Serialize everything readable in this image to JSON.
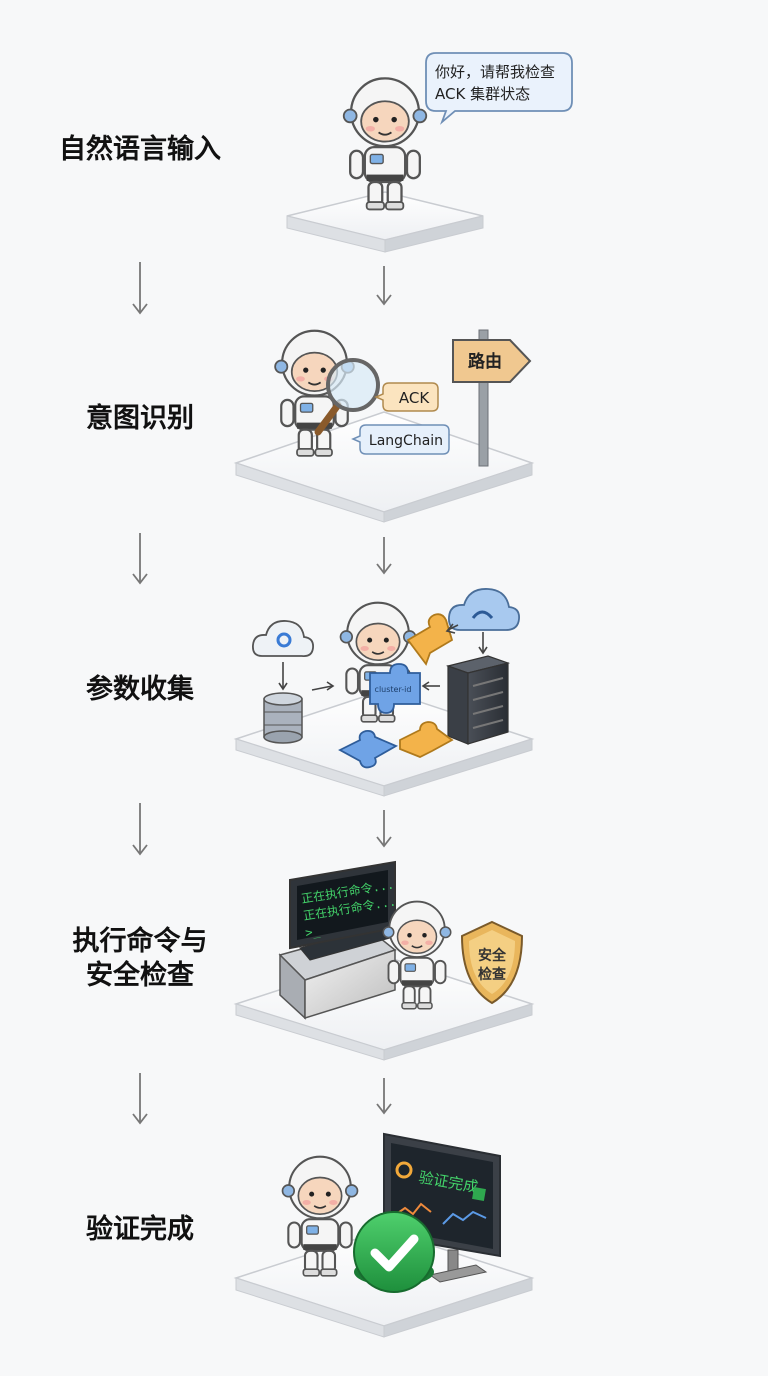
{
  "steps": [
    {
      "label": "自然语言输入",
      "bubble_line1": "你好，请帮我检查",
      "bubble_line2": "ACK 集群状态"
    },
    {
      "label": "意图识别",
      "sign": "路由",
      "tag_ack": "ACK",
      "tag_langchain": "LangChain"
    },
    {
      "label": "参数收集",
      "puzzle_text": "cluster-id"
    },
    {
      "label_line1": "执行命令与",
      "label_line2": "安全检查",
      "terminal_line1": "正在执行命令...",
      "terminal_line2": "正在执行命令...",
      "terminal_prompt": ">_",
      "shield_line1": "安全",
      "shield_line2": "检查"
    },
    {
      "label": "验证完成",
      "monitor_title": "验证完成"
    }
  ],
  "colors": {
    "accent_blue": "#5b8fd9",
    "check_green": "#2fa84f",
    "sign_orange": "#f0c890",
    "shield_gold": "#e9b65c",
    "terminal_text": "#43d36a"
  }
}
